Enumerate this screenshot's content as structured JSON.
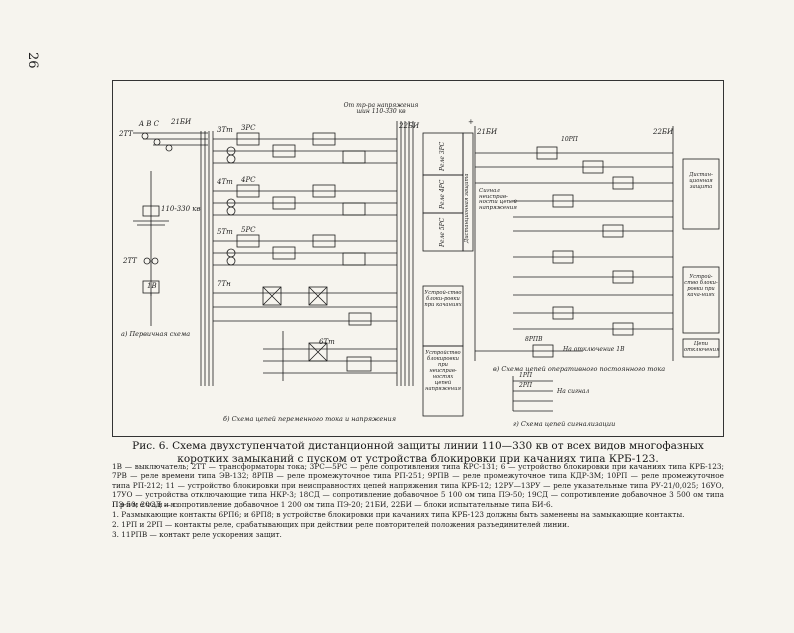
{
  "page": {
    "number": "26"
  },
  "figure": {
    "top_labels": {
      "tt_name": "2ТТ",
      "phases": "A  B  C",
      "bi1": "21БИ",
      "voltage_source": "От тр-ра напряжения шин 110-330 кв",
      "bi2": "22БИ",
      "plus": "+",
      "bi3": "21БИ",
      "bi4": "22БИ",
      "kv": "110-330 кв",
      "tt_lower": "2ТТ",
      "v1": "1В"
    },
    "caption_a": "а) Первичная схема",
    "caption_b": "б) Схема цепей переменного тока и напряжения",
    "caption_v": "в) Схема цепей оперативного постоянного тока",
    "caption_g": "г) Схема цепей сигнализации",
    "side_boxes": [
      "Реле ЗРС",
      "Реле 4РС",
      "Реле 5РС",
      "Дистанционная защита",
      "Устрой-ство блоки-ровки при качаниях",
      "Устройство блокировки при неисправ-ностях цепей напряжения"
    ],
    "right_boxes": [
      "Дистан-ционная защита",
      "Устрой-ство блоки-ровки при кача-ниях",
      "Цепи отключения"
    ],
    "circuit_labels": {
      "tt3": "3Тт",
      "tt4": "4Тт",
      "tt5": "5Тт",
      "tt6": "6Тт",
      "tn": "7Тн",
      "st1": "ЗРС",
      "st2": "4РС",
      "st3": "5РС",
      "warn": "Сигнал неисправ-ности цепей напряжения",
      "trip": "На отключение 1В",
      "signal": "На сигнал",
      "rp1": "1РП",
      "rp2": "2РП",
      "rpv": "8РПВ",
      "rr": "10РП"
    }
  },
  "caption": "Рис. 6. Схема двухступенчатой дистанционной защиты линии 110—330 кв от всех видов многофазных коротких замыканий с пуском от устройства блокировки при качаниях типа КРБ-123.",
  "legend": "1В — выключатель; 2ТТ — трансформаторы тока; 3РС—5РС — реле сопротивления типа КРС-131; 6 — устройство блокировки при качаниях типа КРБ-123; 7РВ — реле времени типа ЭВ-132; 8РПВ — реле промежуточное типа РП-251; 9РПВ — реле промежуточное типа КДР-3М; 10РП — реле промежуточное типа РП-212; 11 — устройство блокировки при неисправностях цепей напряжения типа КРБ-12; 12РУ—13РУ — реле указательные типа РУ-21/0,025; 16УО, 17УО — устройства отключающие типа НКР-3; 18СД — сопротивление добавочное 5 100 ом типа ПЭ-50; 19СД — сопротивление добавочное 3 500 ом типа ПЭ-50; 20СД — сопротивление добавочное 1 200 ом типа ПЭ-20; 21БИ, 22БИ — блоки испытательные типа БИ-6.",
  "notes": {
    "title": "Примечания:",
    "items": [
      "1. Размыкающие контакты 6РП6; и 6РП8; в устройстве блокировки при качаниях типа КРБ-123 должны быть заменены на замыкающие контакты.",
      "2. 1РП и 2РП — контакты реле, срабатывающих при действии реле повторителей положения разъединителей линии.",
      "3. 11РПВ — контакт реле ускорения защит."
    ]
  }
}
